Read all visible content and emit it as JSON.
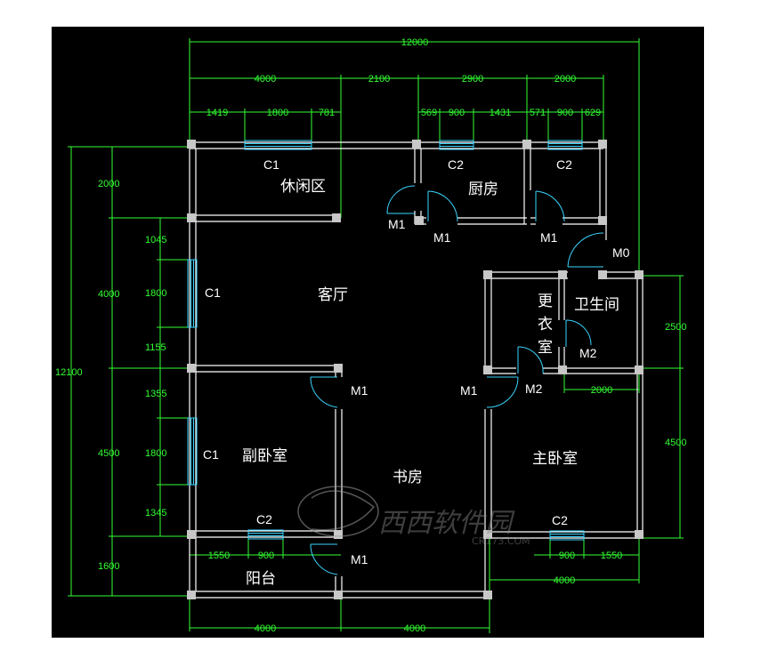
{
  "rooms": {
    "lounge": "休闲区",
    "kitchen": "厨房",
    "living": "客厅",
    "dressing": [
      "更",
      "衣",
      "室"
    ],
    "bathroom": "卫生间",
    "second_bedroom": "副卧室",
    "study": "书房",
    "master_bedroom": "主卧室",
    "balcony": "阳台"
  },
  "labels": {
    "c1": "C1",
    "c2": "C2",
    "m0": "M0",
    "m1": "M1",
    "m2": "M2"
  },
  "dimensions": {
    "top_total": "12000",
    "top_segments": [
      "4000",
      "2100",
      "2900",
      "2000"
    ],
    "top_details_left": [
      "1419",
      "1800",
      "781"
    ],
    "top_details_right": [
      "569",
      "900",
      "1431",
      "571",
      "900",
      "629"
    ],
    "left_total": "12100",
    "left_outer": [
      "2000",
      "4000",
      "4500",
      "1600"
    ],
    "left_inner": [
      "1045",
      "1800",
      "1155",
      "1355",
      "1800",
      "1345"
    ],
    "right_outer": [
      "2500",
      "4500"
    ],
    "bath_bottom": "2000",
    "bottom_balcony": [
      "1550",
      "900"
    ],
    "bottom_master": [
      "900",
      "1550"
    ],
    "master_width": "4000",
    "bottom_totals": [
      "4000",
      "4000"
    ]
  },
  "watermark": {
    "text": "西西软件园",
    "sub": "CR173.COM"
  },
  "colors": {
    "background": "#000000",
    "walls": "#ffffff",
    "dimensions": "#33ff33",
    "windows_doors": "#3ad6ff"
  }
}
